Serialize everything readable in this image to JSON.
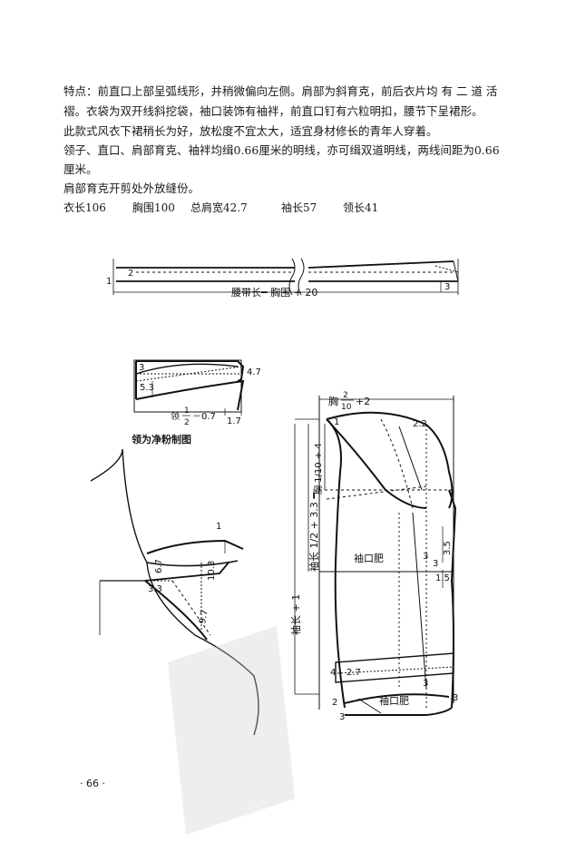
{
  "paragraphs": [
    "特点：前直口上部呈弧线形，并稍微偏向左侧。肩部为斜育克，前后衣片均 有 二 道 活",
    "褶。衣袋为双开线斜挖袋，袖口装饰有袖袢，前直口钉有六粒明扣，腰节下呈裙形。",
    "此款式风衣下裙稍长为好，放松度不宜太大，适宜身材修长的青年人穿着。",
    "领子、直口、肩部育克、袖袢均缉0.66厘米的明线，亦可缉双道明线，两线间距为0.66",
    "厘米。",
    "肩部育克开剪处外放缝份。"
  ],
  "measurements": [
    "衣长106",
    "胸围100",
    "总肩宽42.7",
    "袖长57",
    "领长41"
  ],
  "belt": {
    "label": "腰带长━ 胸围 + 20",
    "n1": "1",
    "n2": "2",
    "n3": "3"
  },
  "collar": {
    "caption": "领为净粉制图",
    "n3": "3",
    "n47": "4.7",
    "n53": "5.3",
    "n17": "1.7",
    "label_a": "领",
    "frac_num": "1",
    "frac_den": "2",
    "label_b": "－0.7"
  },
  "yoke": {
    "n1": "1",
    "n67": "6.7",
    "n103": "10.3",
    "n33": "3.3",
    "n97": "9.7"
  },
  "sleeve": {
    "top_a": "胸",
    "top_num": "2",
    "top_den": "10",
    "top_b": "+2",
    "n1": "1",
    "n22": "2.2",
    "n3a": "3",
    "n3b": "3",
    "n35": "3.5",
    "n15": "1.5",
    "cap_label": "袖长 1/2 + 3.3 ━",
    "cap_label2": "胸 1/10 + 4",
    "cuff_width": "袖口肥",
    "sleeve_len": "袖长 + 1",
    "n4": "4",
    "n27": "2.7",
    "n2": "2",
    "n3c": "3",
    "n3d": "3",
    "n3e": "3",
    "bottom_width": "袖口肥"
  },
  "watermark": "PDG",
  "page_number": "· 66 ·"
}
